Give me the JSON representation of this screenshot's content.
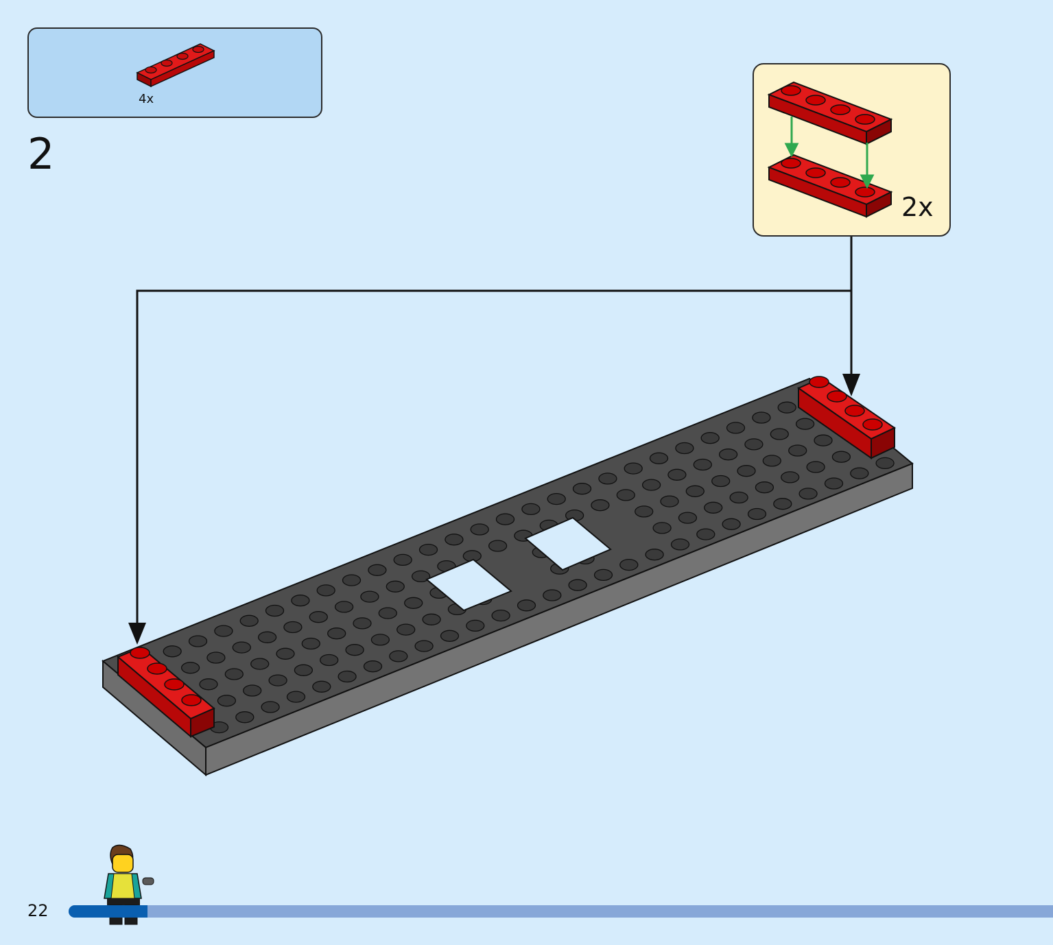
{
  "parts_list": {
    "quantity_label": "4x",
    "part": "red-plate-1x4-icon"
  },
  "step": {
    "number": "2"
  },
  "subassembly": {
    "quantity_label": "2x",
    "part": "red-plate-1x4-stack-icon"
  },
  "footer": {
    "page_number": "22",
    "progress": 0.08
  },
  "colors": {
    "background": "#d6ecfc",
    "parts_box": "#b2d7f4",
    "callout": "#fdf3cb",
    "brick_red": "#d10a0a",
    "baseplate_dark": "#4a4a4a",
    "progress_fill": "#0a5fb0",
    "progress_track": "#87a7d8",
    "arrow_green": "#2fa84f"
  }
}
